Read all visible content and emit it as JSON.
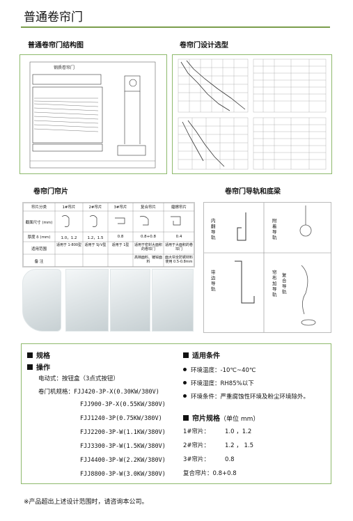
{
  "title": "普通卷帘门",
  "sections": {
    "structure": "普通卷帘门结构图",
    "design": "卷帘门设计选型",
    "slats": "卷帘门帘片",
    "rails": "卷帘门导轨和底梁"
  },
  "drawings": {
    "door_label": "钢质卷帘门",
    "rail_labels": [
      "内翻导轨",
      "带边导轨",
      "附着导轨",
      "帘布加导轨",
      "复合导轨"
    ]
  },
  "slat_table": {
    "headers": [
      "帘片分类",
      "1#帘片",
      "2#帘片",
      "3#帘片",
      "复合帘片",
      "磨擦帘片"
    ],
    "rows": [
      {
        "label": "截面尺寸 (mm)",
        "cells": [
          "",
          "",
          "",
          "",
          ""
        ]
      },
      {
        "label": "厚度 δ (mm)",
        "cells": [
          "1.0，1.2",
          "1.2，1.5",
          "0.8",
          "0.8+0.8",
          "0.4"
        ]
      },
      {
        "label": "适用范围",
        "cells": [
          "适用于 1-800型",
          "适用于 SJ-V型",
          "适用于 1型",
          "适用于密封大面积的卷帘门",
          "适用于大面积的卷帘门"
        ]
      },
      {
        "label": "备  注",
        "cells": [
          "",
          "",
          "",
          "高档面料、镀锌面料",
          "面大帘全防锈材料使用 0.5-0.8mm"
        ]
      }
    ]
  },
  "specs": {
    "heading1": "规格",
    "heading2": "操作",
    "operation": "电动式：按钮盒（3点式按钮）",
    "model_label": "卷门机规格：",
    "models": [
      "FJJ420-3P-X(0.30KW/380V)",
      "FJJ900-3P-X(0.55KW/380V)",
      "FJJ1240-3P(0.75KW/380V)",
      "FJJ2200-3P-W(1.1KW/380V)",
      "FJJ3300-3P-W(1.5KW/380V)",
      "FJJ4400-3P-W(2.2KW/380V)",
      "FJJ8800-3P-W(3.0KW/380V)"
    ]
  },
  "conditions": {
    "heading": "适用条件",
    "items": [
      "环境温度：-10℃~40℃",
      "环境湿度：RH85%以下",
      "环境条件：严重腐蚀性环境及粉尘环境除外。"
    ]
  },
  "slat_specs": {
    "heading": "帘片规格",
    "unit": "（单位 mm）",
    "items": [
      {
        "name": "1#帘片：",
        "value": "1.0 ，1.2"
      },
      {
        "name": "2#帘片：",
        "value": "1.2 ， 1.5"
      },
      {
        "name": "3#帘片：",
        "value": "0.8"
      },
      {
        "name": "复合帘片：",
        "value": "0.8+0.8"
      }
    ]
  },
  "note": "※产品超出上述设计范围时，请咨询本公司。",
  "colors": {
    "accent": "#8db96b",
    "rule": "#7a9d4b"
  }
}
